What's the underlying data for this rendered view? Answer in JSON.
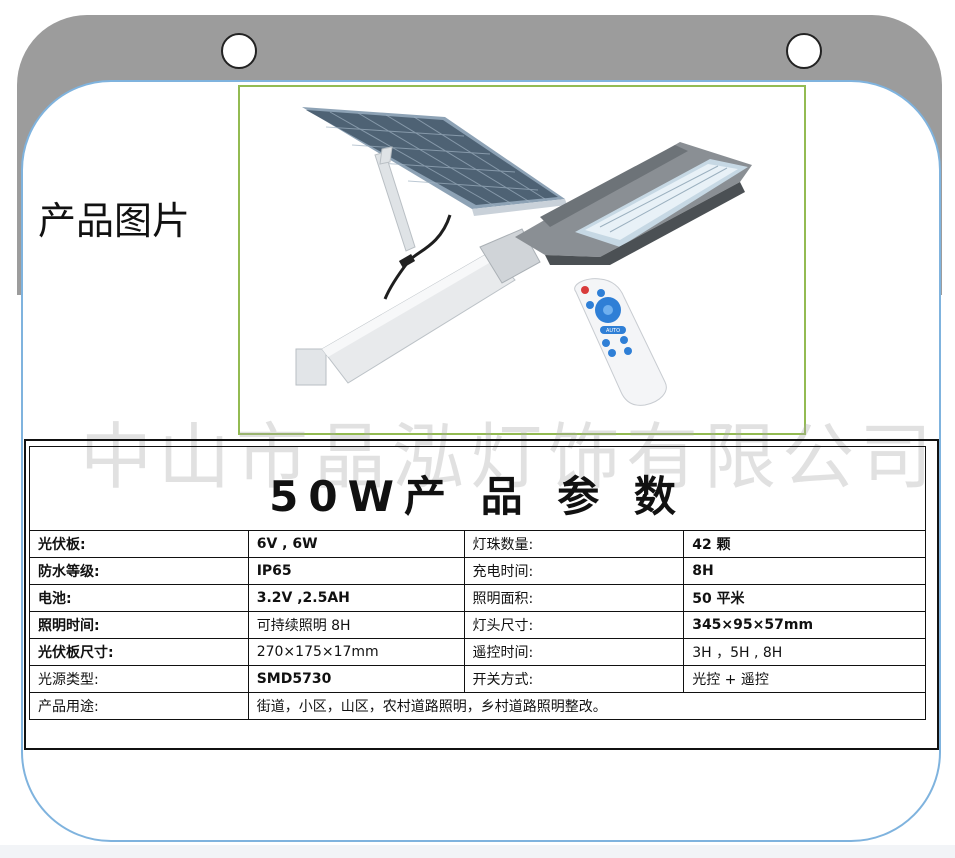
{
  "section_heading": "产品图片",
  "watermark": "中山市晶泓灯饰有限公司",
  "spec_title": "50W产 品 参 数",
  "spec_rows": [
    [
      "光伏板:",
      "6V , 6W",
      "灯珠数量:",
      "42 颗"
    ],
    [
      "防水等级:",
      "IP65",
      "充电时间:",
      "8H"
    ],
    [
      "电池:",
      "3.2V ,2.5AH",
      "照明面积:",
      "50 平米"
    ],
    [
      "照明时间:",
      "可持续照明 8H",
      "灯头尺寸:",
      "345×95×57mm"
    ],
    [
      "光伏板尺寸:",
      "270×175×17mm",
      "遥控时间:",
      "3H ，5H , 8H"
    ],
    [
      "光源类型:",
      "SMD5730",
      "开关方式:",
      "光控 + 遥控"
    ]
  ],
  "usage_row": [
    "产品用途:",
    "街道，小区，山区，农村道路照明，乡村道路照明整改。"
  ],
  "colors": {
    "frame_gray": "#9c9c9c",
    "frame_blue": "#7fb3de",
    "photo_border": "#93bb52",
    "watermark": "#aaaaaa"
  },
  "product_image": {
    "remote_button_label": "AUTO"
  }
}
